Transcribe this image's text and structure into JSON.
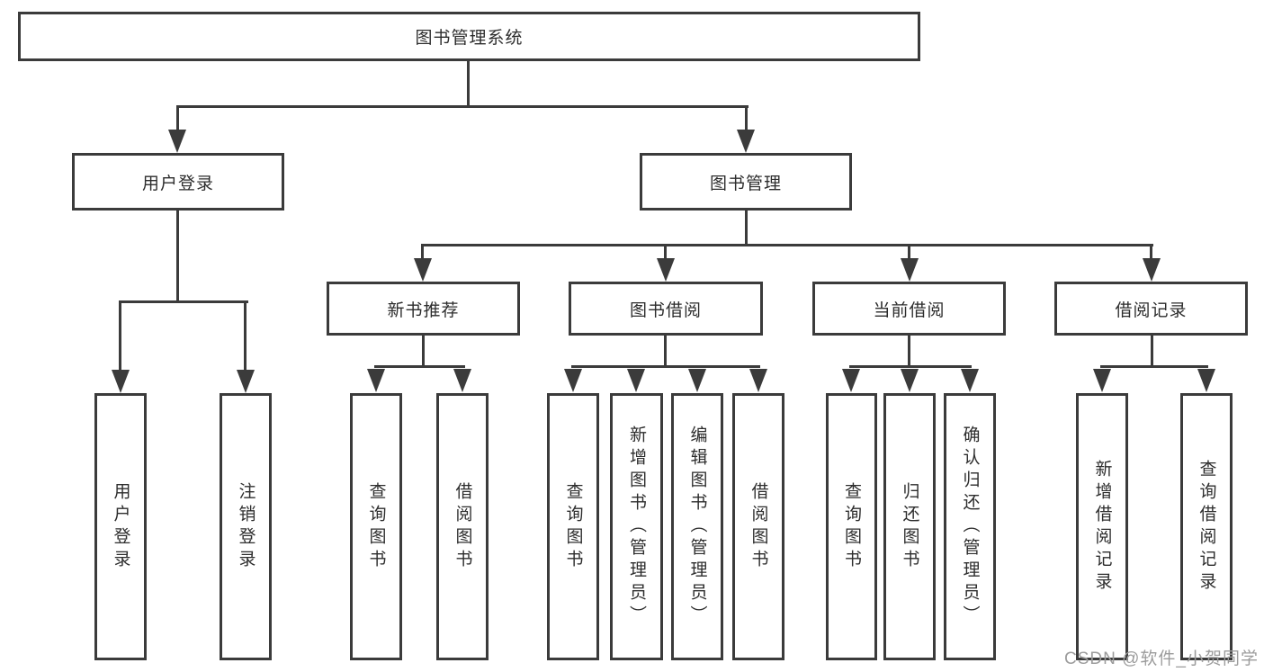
{
  "tree": {
    "root": {
      "label": "图书管理系统"
    },
    "branches": [
      {
        "label": "用户登录",
        "leaves": [
          "用户登录",
          "注销登录"
        ]
      },
      {
        "label": "图书管理",
        "groups": [
          {
            "label": "新书推荐",
            "leaves": [
              "查询图书",
              "借阅图书"
            ]
          },
          {
            "label": "图书借阅",
            "leaves": [
              "查询图书",
              "新增图书（管理员）",
              "编辑图书（管理员）",
              "借阅图书"
            ]
          },
          {
            "label": "当前借阅",
            "leaves": [
              "查询图书",
              "归还图书",
              "确认归还（管理员）"
            ]
          },
          {
            "label": "借阅记录",
            "leaves": [
              "新增借阅记录",
              "查询借阅记录"
            ]
          }
        ]
      }
    ]
  },
  "watermark": "CSDN @软件_小贺同学",
  "colors": {
    "line": "#3b3b3b",
    "text": "#2d2d2d",
    "watermark": "#9c9c9c",
    "background": "#ffffff"
  }
}
